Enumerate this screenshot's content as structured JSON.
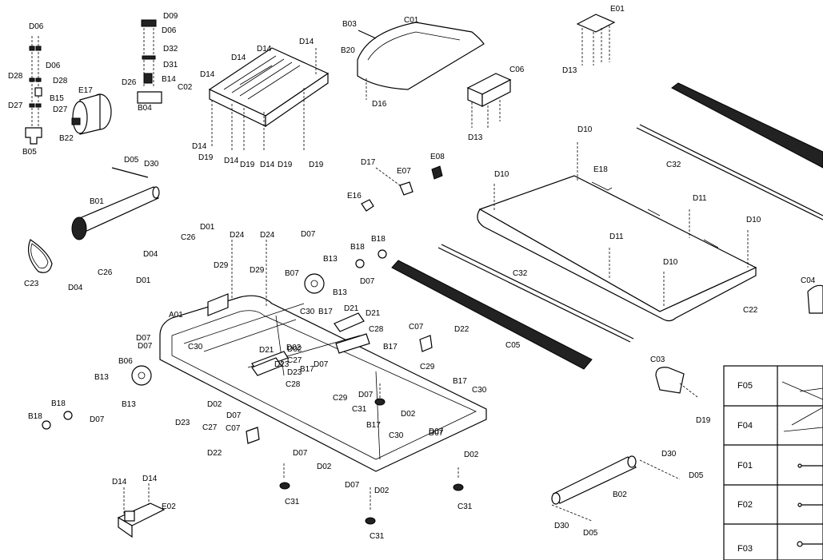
{
  "labels": [
    "D06",
    "D06",
    "D28",
    "D28",
    "B15",
    "D27",
    "D27",
    "B05",
    "B22",
    "E17",
    "D09",
    "D06",
    "D32",
    "D31",
    "D26",
    "B14",
    "B04",
    "D14",
    "D14",
    "D14",
    "D14",
    "C02",
    "D14",
    "D19",
    "D14",
    "D19",
    "D14",
    "D19",
    "D19",
    "B03",
    "C01",
    "B20",
    "D16",
    "E01",
    "D13",
    "C06",
    "D13",
    "D05",
    "D30",
    "B01",
    "C23",
    "D17",
    "E07",
    "E08",
    "E16",
    "D10",
    "D10",
    "E18",
    "D11",
    "D10",
    "D11",
    "D10",
    "C32",
    "C32",
    "C22",
    "C04",
    "D01",
    "C26",
    "D04",
    "C26",
    "D01",
    "D04",
    "D24",
    "D24",
    "D29",
    "D29",
    "D07",
    "B13",
    "B18",
    "B18",
    "B07",
    "B13",
    "D07",
    "A01",
    "C30",
    "C30",
    "B17",
    "D21",
    "D21",
    "C28",
    "D02",
    "C27",
    "D23",
    "D07",
    "C07",
    "D22",
    "C05",
    "B17",
    "C29",
    "D07",
    "C31",
    "D02",
    "B17",
    "C30",
    "D21",
    "D23",
    "C28",
    "B17",
    "D02",
    "C29",
    "D07",
    "B06",
    "D07",
    "D07",
    "B13",
    "B13",
    "B18",
    "B18",
    "D07",
    "D02",
    "D07",
    "D23",
    "C27",
    "C07",
    "D22",
    "D07",
    "B17",
    "C30",
    "D02",
    "D07",
    "D02",
    "D07",
    "D02",
    "C31",
    "C31",
    "C31",
    "C03",
    "D19",
    "D30",
    "D05",
    "B02",
    "D30",
    "D05",
    "D14",
    "D14",
    "E02"
  ],
  "table": {
    "rows": [
      "F05",
      "F04",
      "F01",
      "F02",
      "F03"
    ]
  }
}
